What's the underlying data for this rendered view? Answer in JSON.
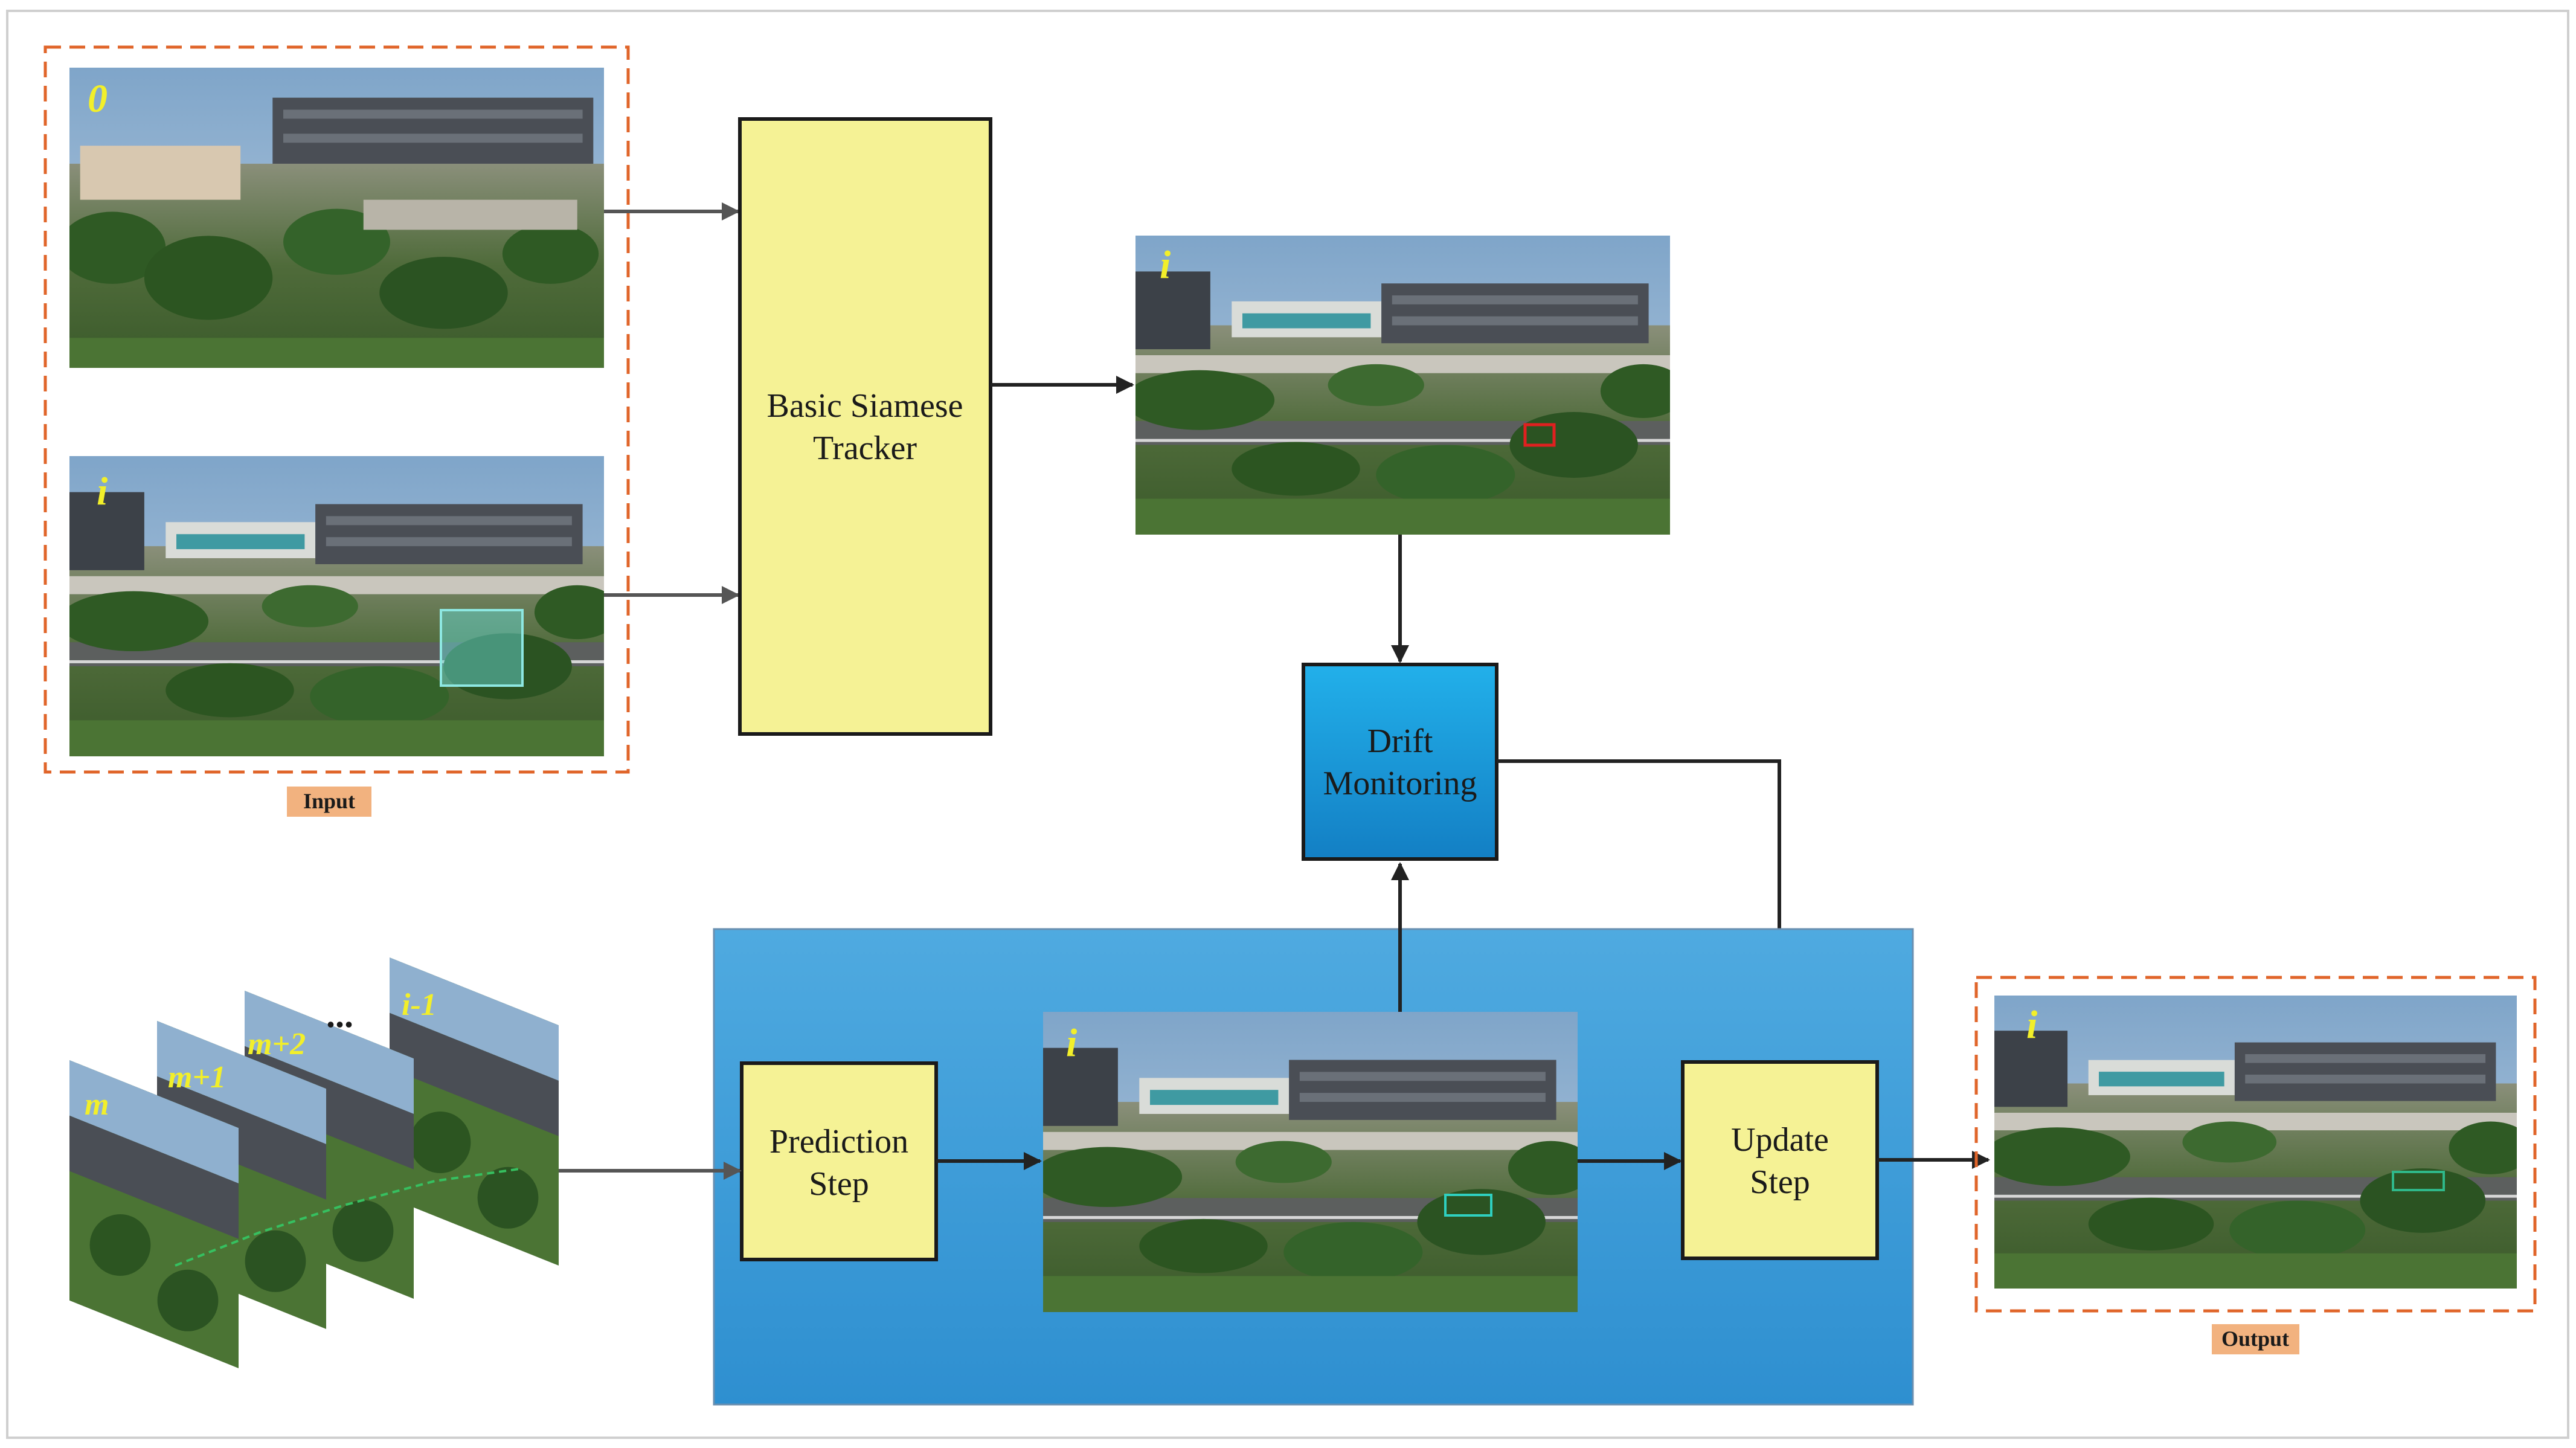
{
  "labels": {
    "input_tag": "Input",
    "output_tag": "Output",
    "frame_zero": "0",
    "frame_i": "i",
    "stack_m": "m",
    "stack_m1": "m+1",
    "stack_m2": "m+2",
    "stack_dots": "...",
    "stack_i1": "i-1"
  },
  "boxes": {
    "tracker_line1": "Basic Siamese",
    "tracker_line2": "Tracker",
    "drift_line1": "Drift",
    "drift_line2": "Monitoring",
    "prediction_line1": "Prediction",
    "prediction_line2": "Step",
    "update_line1": "Update",
    "update_line2": "Step"
  },
  "colors": {
    "tracker_fill": "#f5f295",
    "step_fill": "#f5f295",
    "drift_fill": "#1a9ad8",
    "panel_fill": "#3a9bd9",
    "dashed_border": "#e0652a",
    "tag_fill": "#f2b27f",
    "arrow": "#222222",
    "arrow_input": "#555555"
  }
}
